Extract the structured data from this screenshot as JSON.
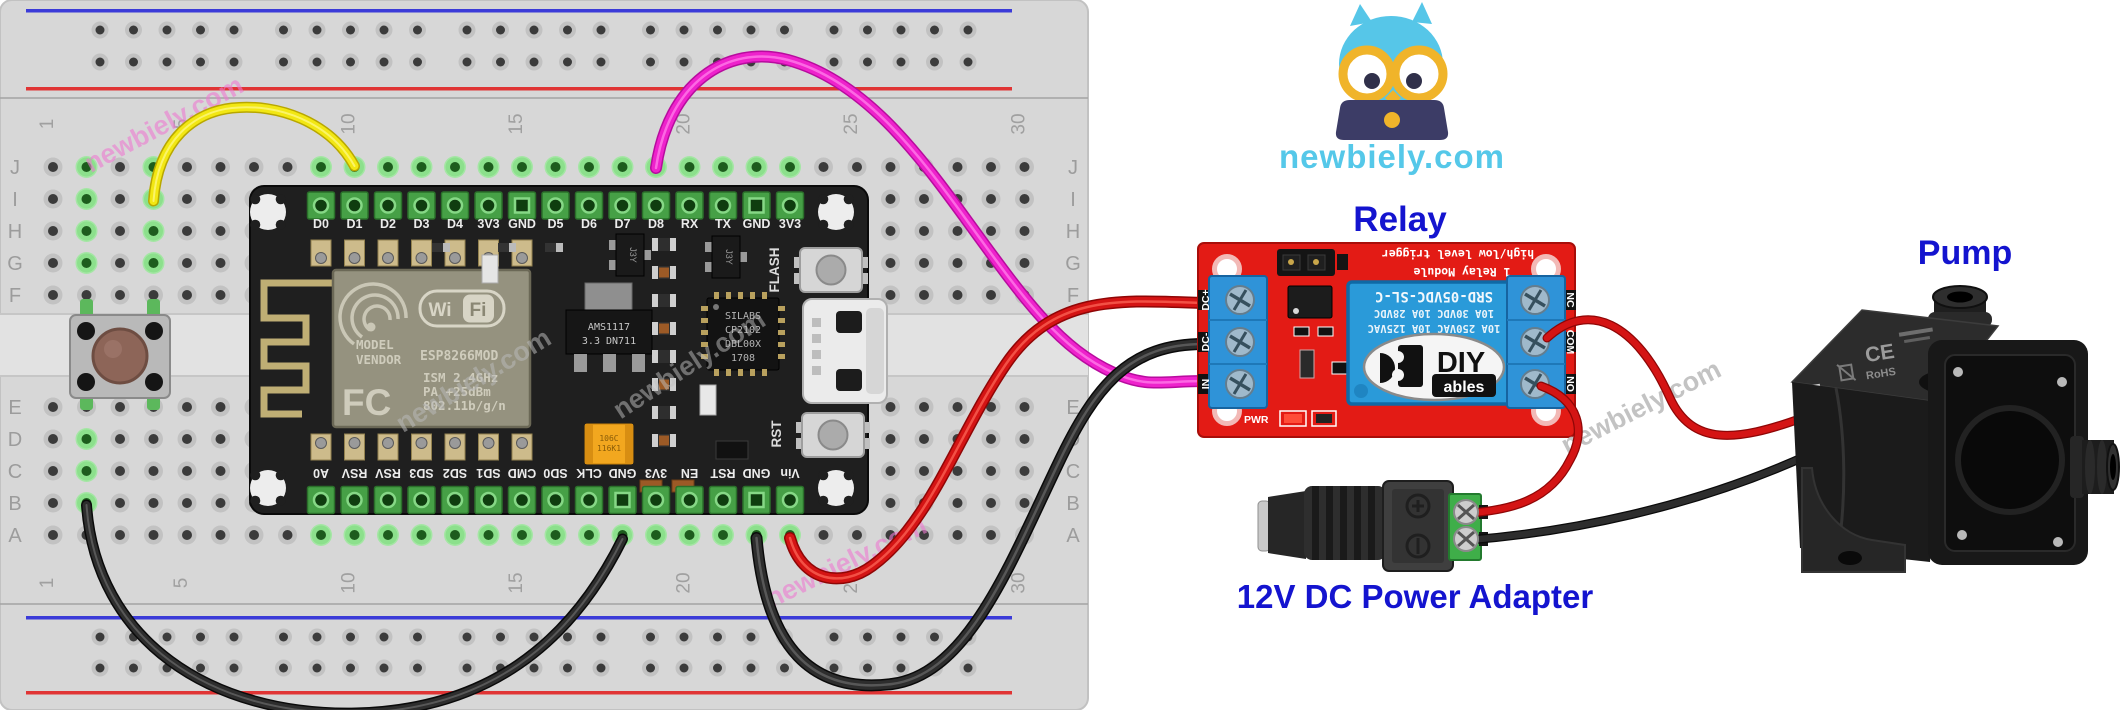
{
  "brand": {
    "site": "newbiely.com"
  },
  "watermark": {
    "text": "newbiely.com"
  },
  "labels": {
    "relay": "Relay",
    "pump": "Pump",
    "power_adapter": "12V DC Power Adapter"
  },
  "breadboard": {
    "row_letters": [
      "J",
      "I",
      "H",
      "G",
      "F",
      "E",
      "D",
      "C",
      "B",
      "A"
    ],
    "column_numbers": [
      "1",
      "5",
      "10",
      "15",
      "20",
      "25",
      "30"
    ]
  },
  "nodemcu": {
    "top_pins": [
      "D0",
      "D1",
      "D2",
      "D3",
      "D4",
      "3V3",
      "GND",
      "D5",
      "D6",
      "D7",
      "D8",
      "RX",
      "TX",
      "GND",
      "3V3"
    ],
    "bottom_pins": [
      "A0",
      "RSV",
      "RSV",
      "SD3",
      "SD2",
      "SD1",
      "CMD",
      "SD0",
      "CLK",
      "GND",
      "3V3",
      "EN",
      "RST",
      "GND",
      "Vin"
    ],
    "flash_button": "FLASH",
    "rst_button": "RST",
    "esp": {
      "wifi_logo": "Wi Fi",
      "model_line1": "MODEL",
      "model_line2": "VENDOR",
      "module_name": "ESP8266MOD",
      "fcc_mark": "FC",
      "spec1": "ISM 2.4GHz",
      "spec2": "PA  +25dBm",
      "spec3": "802.11b/g/n"
    },
    "regulator": {
      "line1": "AMS1117",
      "line2": "3.3  DN711"
    },
    "usb_chip": {
      "line1": "SILABS",
      "line2": "CP2102",
      "line3": "DBL00X",
      "line4": "1708"
    },
    "transistor_mark": "J3Y",
    "capacitor": {
      "line1": "106C",
      "line2": "116K1"
    }
  },
  "relay_module": {
    "title_line1": "1 Relay Module",
    "title_line2": "high/low level trigger",
    "relay_line1": "SRD-05VDC-SL-C",
    "relay_line2": "10A 30VDC  10A 28VDC",
    "relay_line3": "10A 250VAC 10A 125VAC",
    "logo_top": "DIY",
    "logo_bottom": "ables",
    "terminal_dc_plus": "DC+",
    "terminal_dc_minus": "DC-",
    "terminal_in": "IN",
    "terminal_nc": "NC",
    "terminal_com": "COM",
    "terminal_no": "NO",
    "pwr_label": "PWR"
  },
  "pump": {
    "mark_ce": "CE",
    "mark_rohs": "RoHS"
  },
  "colors": {
    "label_blue": "#1414cf",
    "logo_cyan": "#55c8e9",
    "relay_pcb_red": "#e31b15",
    "wire_yellow": "#f2e713",
    "wire_magenta": "#ee22cc",
    "wire_red": "#d41414",
    "wire_black": "#2d2d2d",
    "breadboard_gray": "#d7d7d7"
  }
}
